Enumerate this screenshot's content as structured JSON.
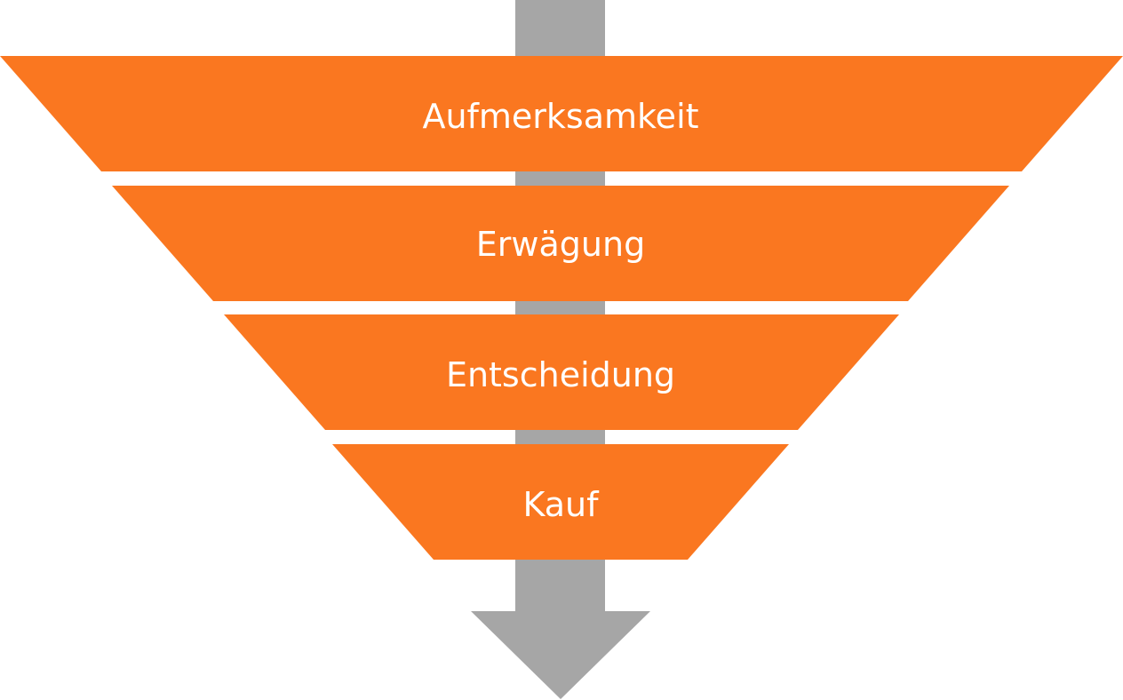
{
  "colors": {
    "stage": "#FA7720",
    "arrow": "#A6A6A6",
    "text": "#FFFFFF"
  },
  "funnel": {
    "stages": [
      {
        "label": "Aufmerksamkeit"
      },
      {
        "label": "Erwägung"
      },
      {
        "label": "Entscheidung"
      },
      {
        "label": "Kauf"
      }
    ]
  }
}
